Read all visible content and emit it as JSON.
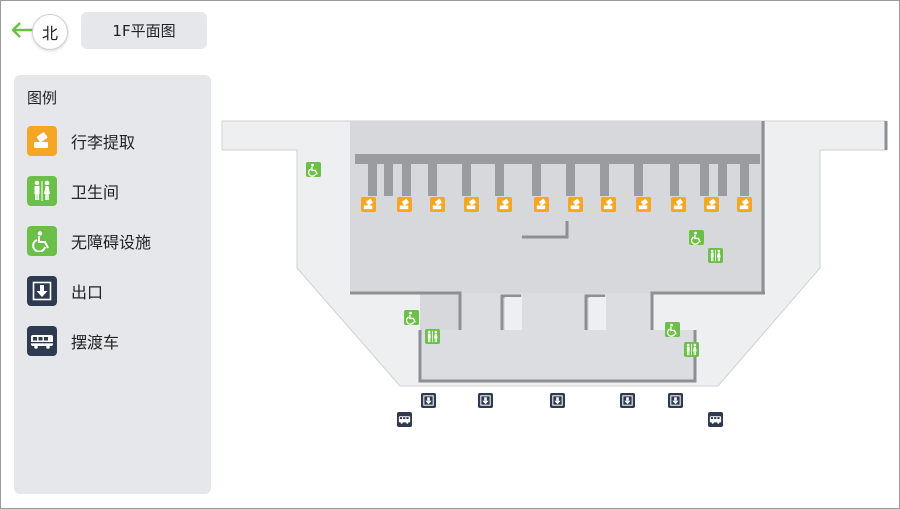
{
  "header": {
    "compass_label": "北",
    "floor_label": "1F平面图"
  },
  "legend": {
    "title": "图例",
    "items": [
      {
        "label": "行李提取",
        "icon": "baggage-claim-icon",
        "color": "#f5a623"
      },
      {
        "label": "卫生间",
        "icon": "restroom-icon",
        "color": "#6cc04a"
      },
      {
        "label": "无障碍设施",
        "icon": "accessibility-icon",
        "color": "#6cc04a"
      },
      {
        "label": "出口",
        "icon": "exit-icon",
        "color": "#2e3a4f"
      },
      {
        "label": "摆渡车",
        "icon": "shuttle-bus-icon",
        "color": "#2e3a4f"
      }
    ]
  },
  "colors": {
    "accent_green": "#6cc04a",
    "baggage_orange": "#f5a623",
    "exit_navy": "#2e3a4f",
    "floor_light": "#eeeff1",
    "floor_dark": "#d7d8db"
  }
}
